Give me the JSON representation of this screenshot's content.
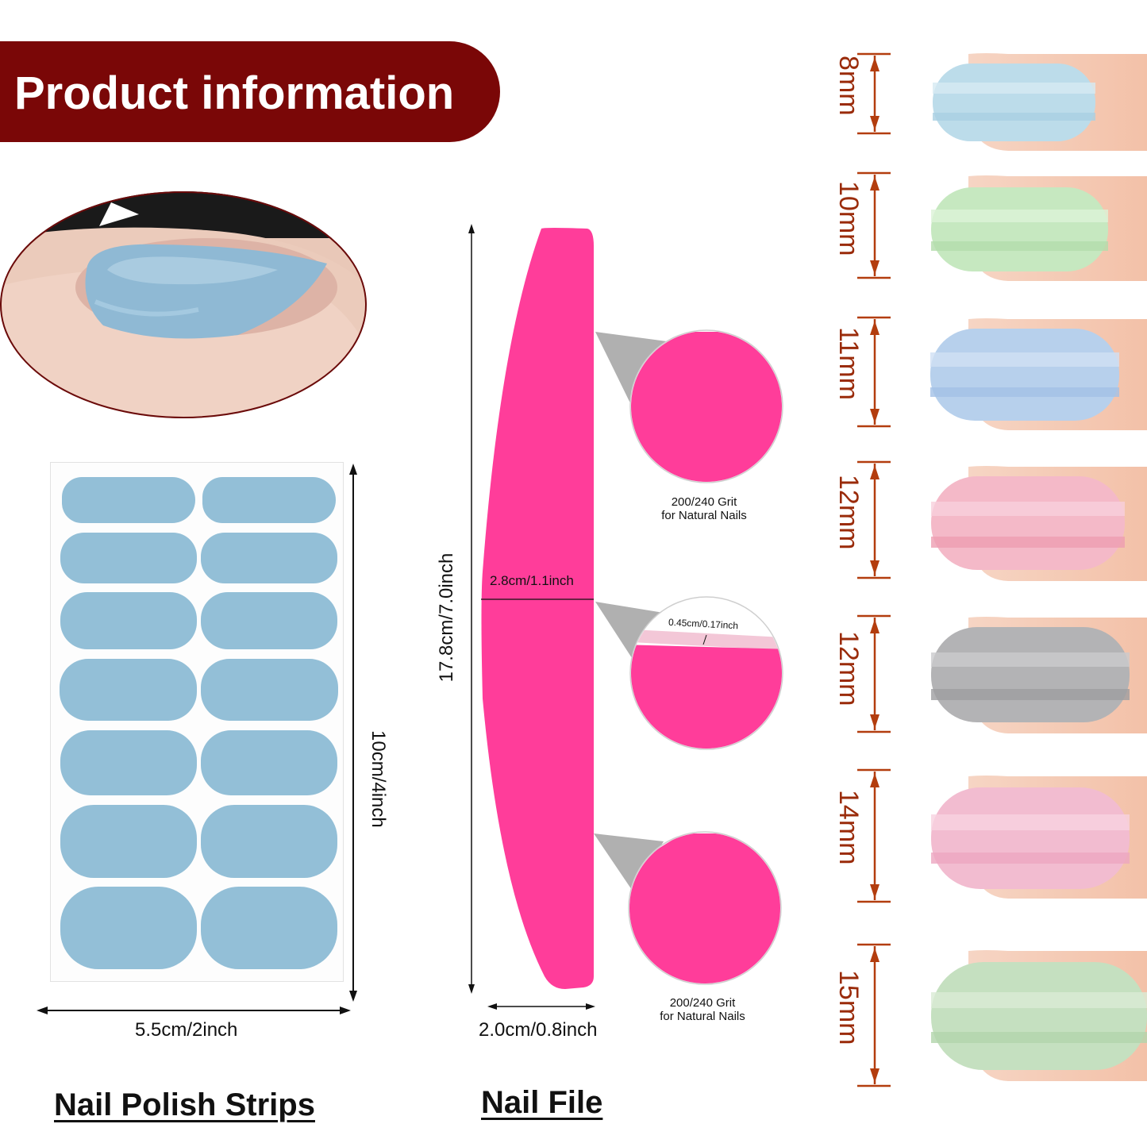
{
  "banner": {
    "title": "Product information"
  },
  "strips": {
    "height_label": "10cm/4inch",
    "width_label": "5.5cm/2inch",
    "section_title": "Nail Polish Strips"
  },
  "file": {
    "length_label": "17.8cm/7.0inch",
    "center_width_label": "2.8cm/1.1inch",
    "end_width_label": "2.0cm/0.8inch",
    "thickness_label": "0.45cm/0.17inch",
    "grit_label_top_line1": "200/240 Grit",
    "grit_label_top_line2": "for Natural Nails",
    "grit_label_bottom_line1": "200/240 Grit",
    "grit_label_bottom_line2": "for Natural Nails",
    "section_title": "Nail File",
    "color": "#ff3d9a"
  },
  "sizes": [
    {
      "label": "8mm",
      "color": "#bcdcea"
    },
    {
      "label": "10mm",
      "color": "#c6e8c0"
    },
    {
      "label": "11mm",
      "color": "#b7d0ec"
    },
    {
      "label": "12mm",
      "color": "#f4b9c8"
    },
    {
      "label": "12mm",
      "color": "#b3b3b5"
    },
    {
      "label": "14mm",
      "color": "#f2bcd0"
    },
    {
      "label": "15mm",
      "color": "#c5e0c0"
    }
  ],
  "colors": {
    "banner": "#7a0707",
    "strip_blue": "#93bfd7",
    "dim_arrow": "#b33d0e"
  }
}
